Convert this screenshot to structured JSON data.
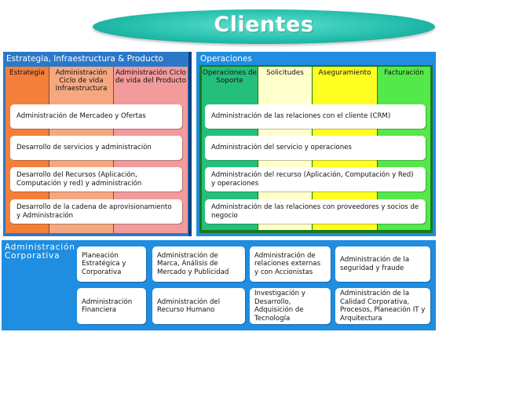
{
  "banner": {
    "title": "Clientes"
  },
  "strategy_panel": {
    "title": "Estrategia, Infraestructura & Producto",
    "columns": [
      "Estrategia",
      "Administración Ciclo de vida Infraestructura",
      "Administración Ciclo de vida del Producto"
    ],
    "processes": [
      "Administración de Mercadeo y Ofertas",
      "Desarrollo de servicios y administración",
      "Desarrollo del Recursos (Aplicación, Computación y red) y administración",
      "Desarrollo de la cadena de aprovisionamiento y Administración"
    ]
  },
  "operations_panel": {
    "title": "Operaciones",
    "columns": [
      "Operaciones de Soporte",
      "Solicitudes",
      "Aseguramiento",
      "Facturación"
    ],
    "processes": [
      "Administración de las relaciones con el cliente (CRM)",
      "Administración del servicio y operaciones",
      "Administración del recurso (Aplicación, Computación y Red) y operaciones",
      "Administración de las relaciones con proveedores y socios de negocio"
    ]
  },
  "corporate_panel": {
    "title": "Administración Corporativa",
    "processes": [
      "Planeación Estratégica y Corporativa",
      "Administración de Marca, Análisis de Mercado y Publicidad",
      "Administración de relaciones externas y con Accionistas",
      "Administración de la seguridad y fraude",
      "Administración Financiera",
      "Administración del Recurso Humano",
      "Investigación y Desarrollo, Adquisición de Tecnología",
      "Administración de la Calidad Corporativa, Procesos, Planeación IT y Arquitectura"
    ]
  },
  "colors": {
    "banner": "#27bfae",
    "panel_blue": "#1f8de0",
    "strategy_col_1": "#f47f3b",
    "strategy_col_2": "#f5a880",
    "strategy_col_3": "#f39a9b",
    "ops_col_1": "#24c07b",
    "ops_col_2": "#ffffcc",
    "ops_col_3": "#ffff22",
    "ops_col_4": "#55e84a"
  }
}
